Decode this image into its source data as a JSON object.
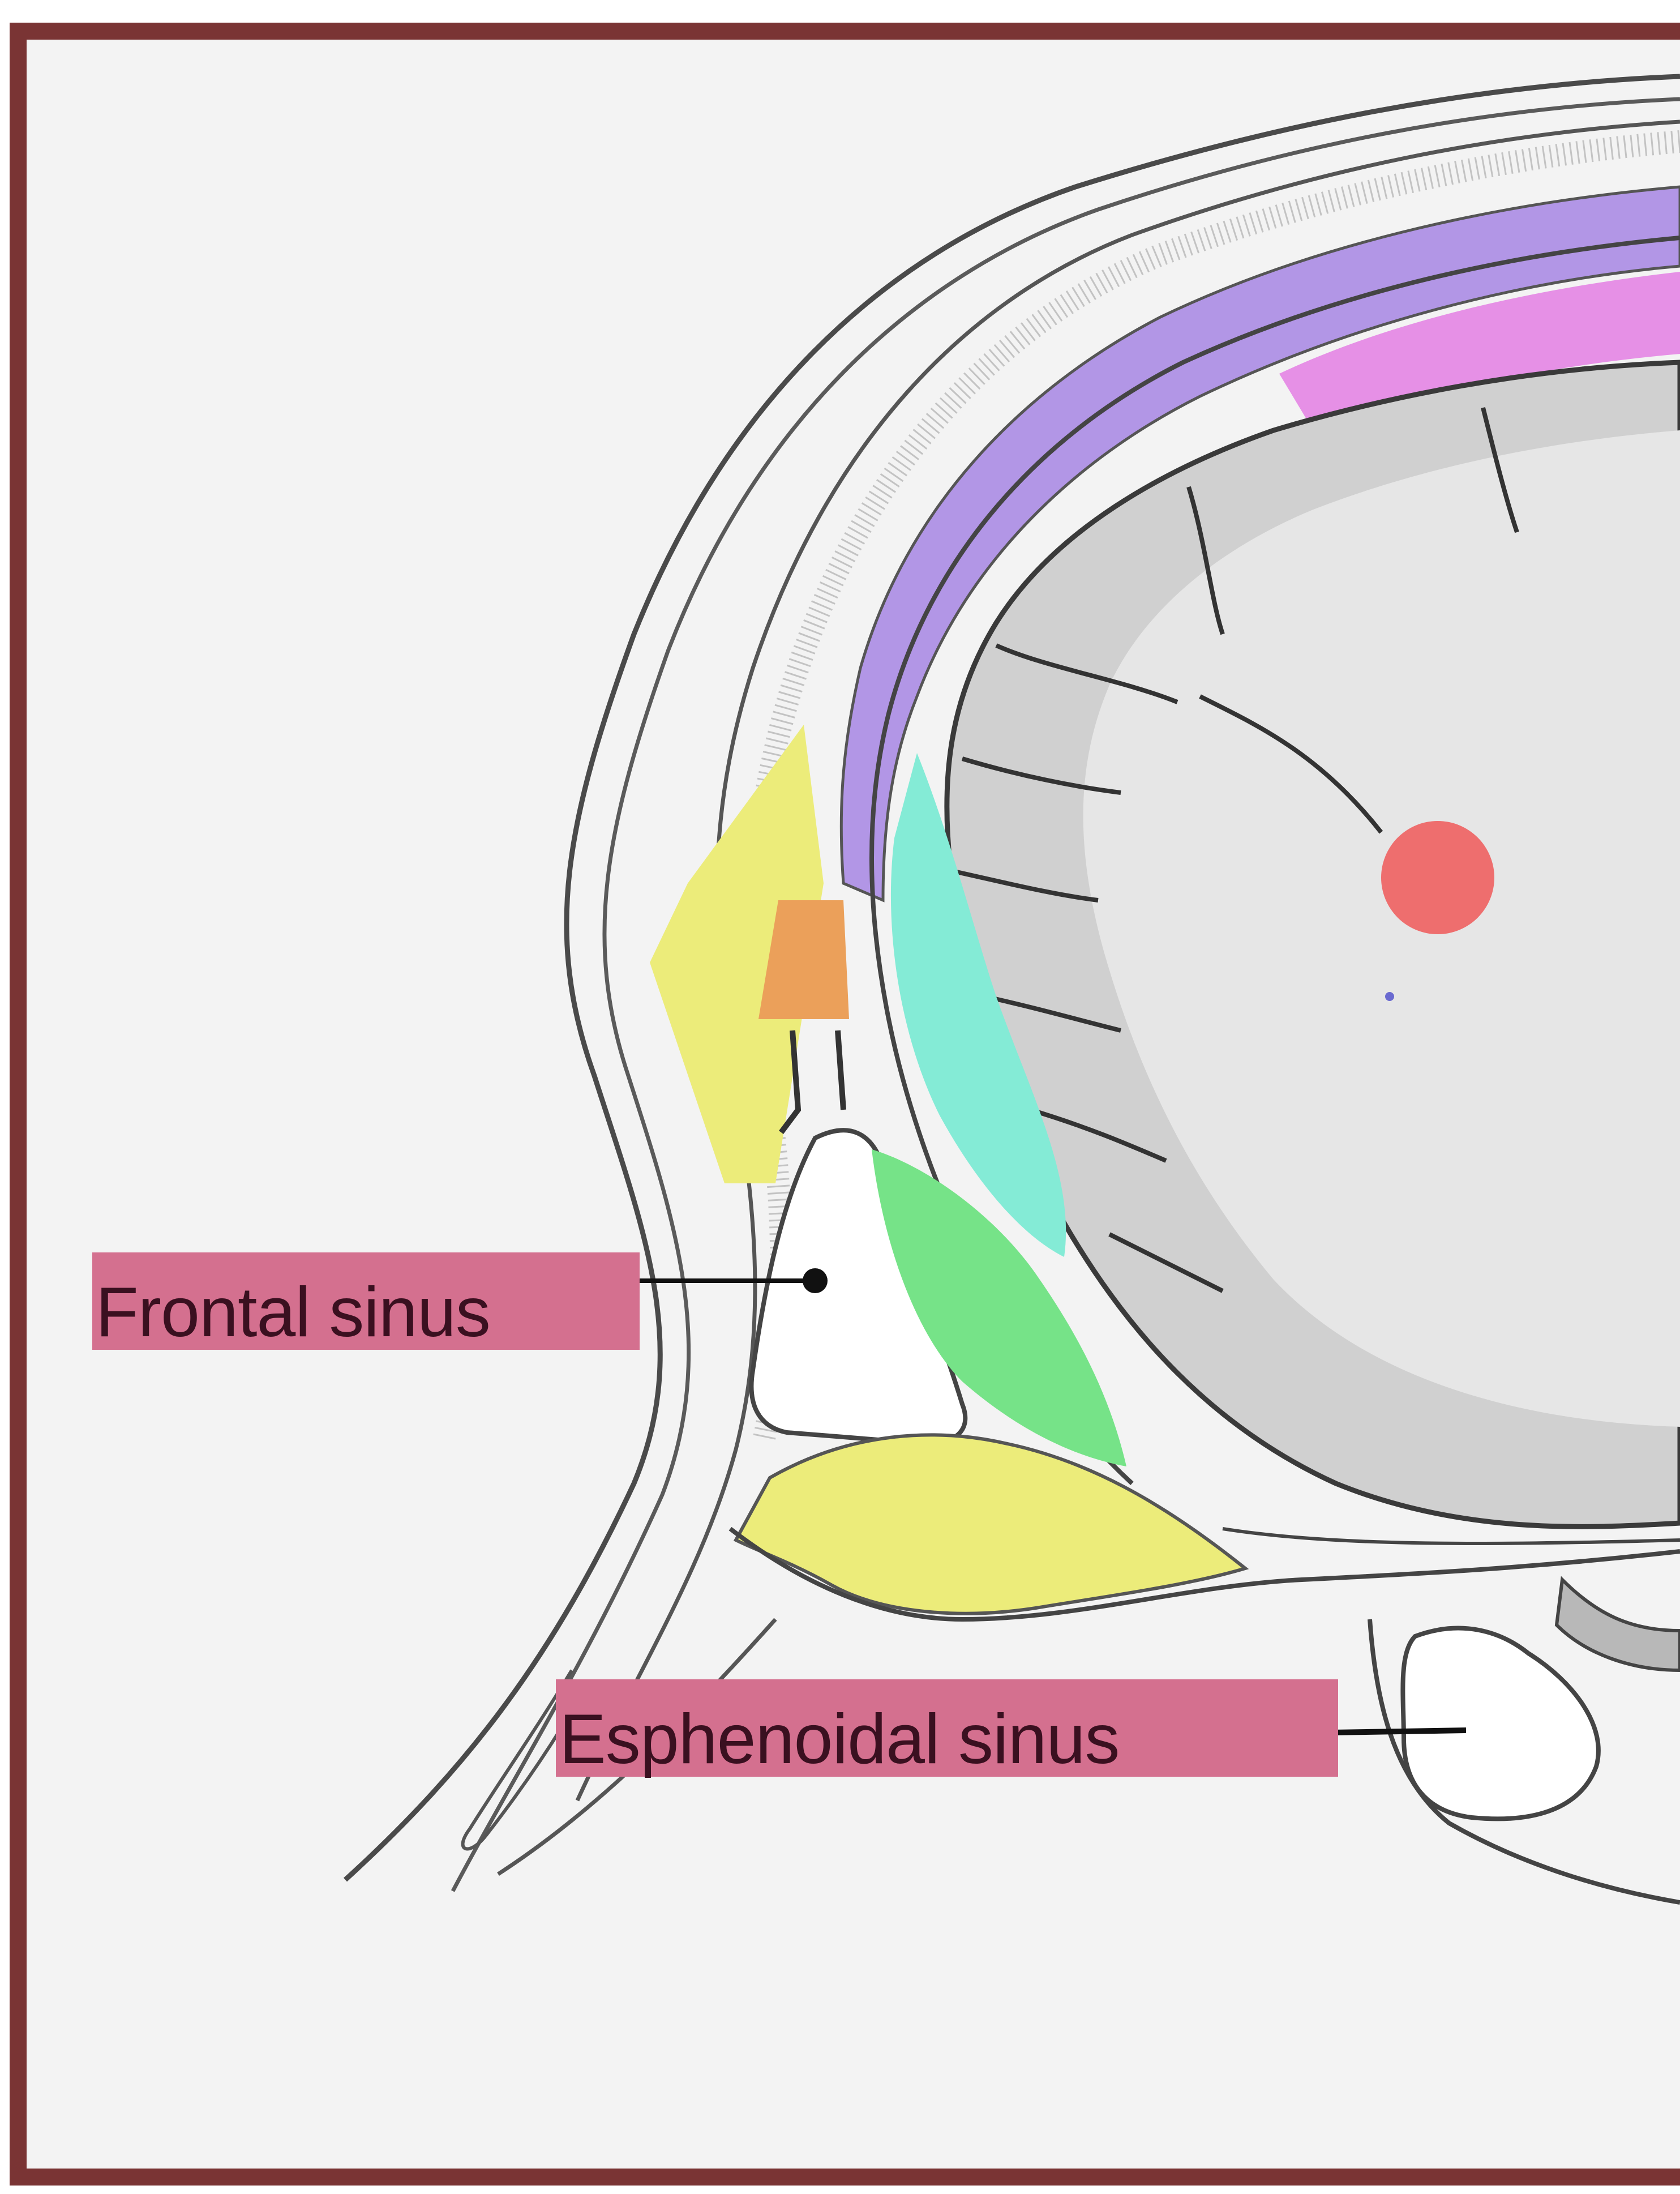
{
  "labels": {
    "frontal_sinus": "Frontal sinus",
    "sphenoidal_sinus": "Esphenoidal sinus"
  },
  "colors": {
    "frame_border": "#7a3434",
    "panel_background": "#f3f3f3",
    "label_background": "#d4708f",
    "label_text": "#3a1020",
    "purple_layer": "#b296e6",
    "pink_layer": "#e690e6",
    "yellow_region": "#ecec7a",
    "orange_region": "#eba05a",
    "aqua_region": "#84ebd6",
    "green_region": "#76e388",
    "red_spot": "#ee6e6e",
    "brain_gray": "#d0d0d0",
    "brain_white_matter": "#e6e6e6"
  },
  "icons": {
    "frontal_pointer": "dot-leader-line",
    "sphenoidal_pointer": "leader-line"
  }
}
